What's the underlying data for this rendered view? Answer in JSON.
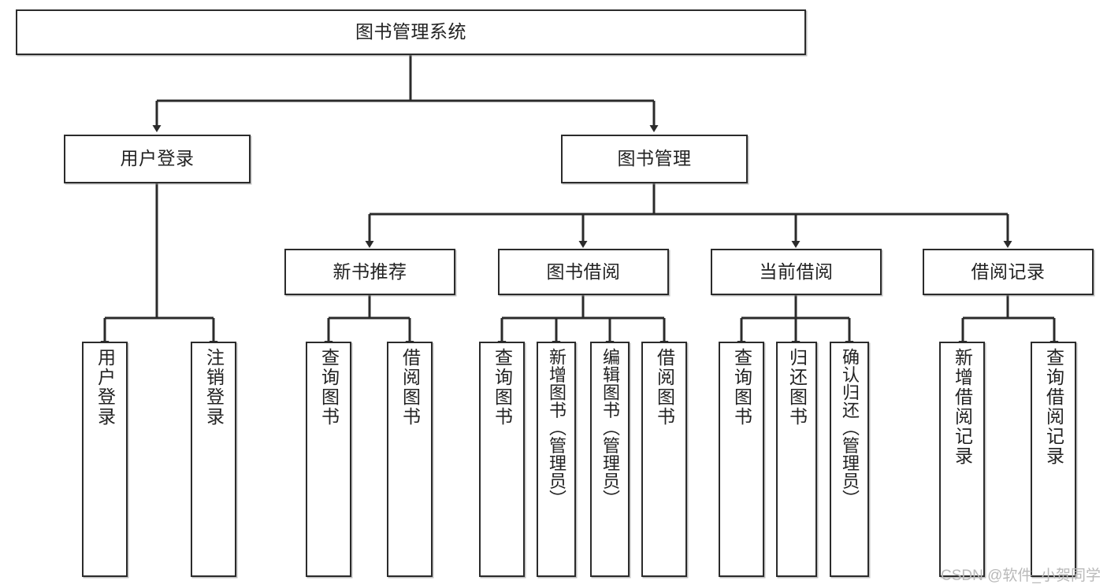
{
  "diagram": {
    "title": "图书管理系统",
    "type": "tree-hierarchy-diagram",
    "colors": {
      "stroke": "#2b2b2b",
      "fill": "#ffffff",
      "text": "#222222",
      "watermark": "#b9b9b9"
    },
    "root": {
      "label": "图书管理系统"
    },
    "level1": [
      {
        "label": "用户登录"
      },
      {
        "label": "图书管理"
      }
    ],
    "level2": [
      {
        "label": "新书推荐"
      },
      {
        "label": "图书借阅"
      },
      {
        "label": "当前借阅"
      },
      {
        "label": "借阅记录"
      }
    ],
    "leaves": [
      {
        "label": "用户登录"
      },
      {
        "label": "注销登录"
      },
      {
        "label": "查询图书"
      },
      {
        "label": "借阅图书"
      },
      {
        "label": "查询图书"
      },
      {
        "label": "新增图书（管理员）"
      },
      {
        "label": "编辑图书（管理员）"
      },
      {
        "label": "借阅图书"
      },
      {
        "label": "查询图书"
      },
      {
        "label": "归还图书"
      },
      {
        "label": "确认归还（管理员）"
      },
      {
        "label": "新增借阅记录"
      },
      {
        "label": "查询借阅记录"
      }
    ]
  },
  "watermark": {
    "text": "CSDN @软件_小贺同学"
  }
}
